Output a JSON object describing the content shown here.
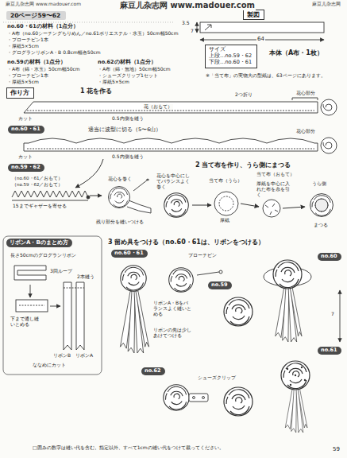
{
  "diagram": {
    "nodes": [
      {
        "text": [
          "20ページ59〜62"
        ]
      },
      {
        "text": [
          "製図"
        ]
      },
      {
        "text": [
          "サイズ",
          "上段…no.59・62",
          "下段…no.60・61"
        ]
      },
      {
        "text": [
          "作り方"
        ]
      },
      {
        "text": [
          "no.60・61"
        ]
      },
      {
        "text": [
          "no.59・62"
        ]
      },
      {
        "text": [
          "リボンA・Bのまとめ方"
        ]
      },
      {
        "text": [
          "no.60・61"
        ]
      },
      {
        "text": [
          "no.59"
        ]
      },
      {
        "text": [
          "no.60"
        ]
      },
      {
        "text": [
          "no.62"
        ]
      },
      {
        "text": [
          "no.61"
        ]
      }
    ],
    "labels": [
      "麻豆儿杂志网 www.madouer.com",
      "麻豆儿杂志网 www.madouer.com",
      "麻豆儿杂志网",
      "no.60・61の材料（1点分）",
      "・A布（no.60シーチングちりめん／no.61ポリエステル・水玉）50cm幅50cm",
      "・ブローチピン1本",
      "・厚紙5×5cm",
      "・グログランリボンA・B 0.8cm幅各50cm",
      "no.59の材料（1点分）",
      "・A布（綿・水玉）50cm幅50cm",
      "・ブローチピン1本",
      "・厚紙5×5cm",
      "no.62の材料（1点分）",
      "・A布（綿・無地）50cm幅50cm",
      "・シューズクリップ1セット",
      "・厚紙5×5cm",
      "3.5",
      "7",
      "64",
      "本体（A布・1枚）",
      "※「当て布」の実物大の型紙は、63ページにあります。",
      "1 花を作る",
      "2つ折り",
      "花心部分",
      "花（おもて）",
      "カット",
      "0.5内側を縫う",
      "適当に波型に切る（5〜6山）",
      "花心部分",
      "カット",
      "0.5内側を縫う",
      "（no.60・61／おもて）",
      "（no.59・62／おもて）",
      "15までギャザーを寄せる",
      "花心を巻く",
      "残り部分を縫いつける",
      "2 当て布を作り、うら側にまつる",
      "花心を中心にしてバランスよく巻く",
      "当て布（おもて）",
      "当て布（うら）",
      "厚紙",
      "厚紙を中心に入れた布を糸を引く",
      "うら側",
      "まつる",
      "長さ50cmのグログランリボン",
      "3回ループ",
      "下まで通し縫いとめる",
      "2本縫う",
      "リボンB",
      "リボンA",
      "ななめにカット",
      "3 留め具をつける（no.60・61は、リボンをつける）",
      "ブローチピン",
      "リボンA・Bをバランスよく縫いとめる",
      "リボンの先は少しあけてつける",
      "シューズクリップ",
      "7",
      "□囲みの数字は縫い代を含む。指定以外、すべて1cmの縫い代をつけて裁ってください。",
      "59"
    ]
  }
}
